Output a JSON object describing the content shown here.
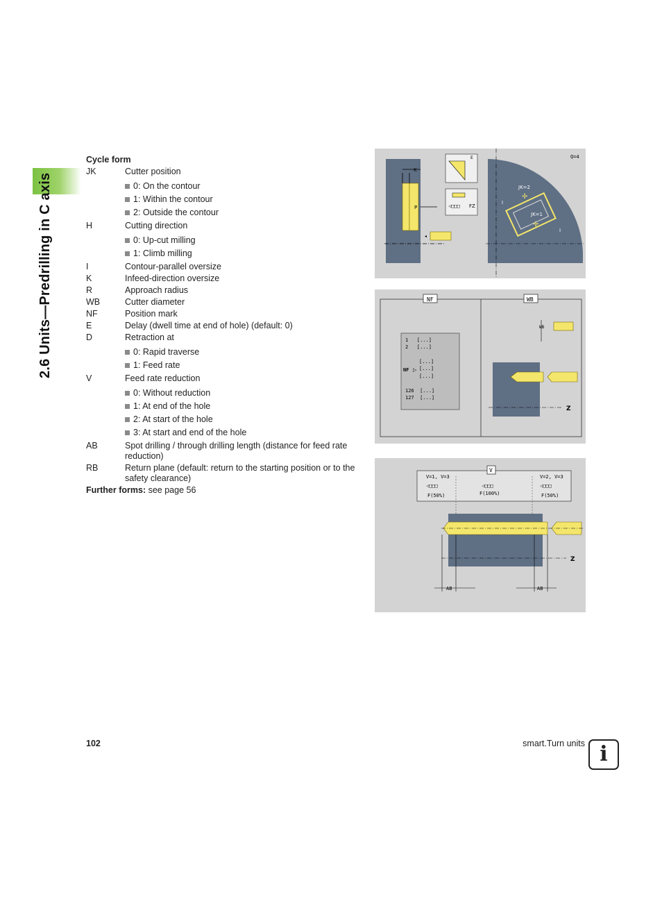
{
  "side_title": "2.6 Units—Predrilling in C axis",
  "heading": "Cycle form",
  "params": [
    {
      "code": "JK",
      "desc": "Cutter position",
      "options": [
        "0: On the contour",
        "1: Within the contour",
        "2: Outside the contour"
      ]
    },
    {
      "code": "H",
      "desc": "Cutting direction",
      "options": [
        "0: Up-cut milling",
        "1: Climb milling"
      ]
    },
    {
      "code": "I",
      "desc": "Contour-parallel oversize",
      "options": []
    },
    {
      "code": "K",
      "desc": "Infeed-direction oversize",
      "options": []
    },
    {
      "code": "R",
      "desc": "Approach radius",
      "options": []
    },
    {
      "code": "WB",
      "desc": "Cutter diameter",
      "options": []
    },
    {
      "code": "NF",
      "desc": "Position mark",
      "options": []
    },
    {
      "code": "E",
      "desc": "Delay (dwell time at end of hole) (default: 0)",
      "options": []
    },
    {
      "code": "D",
      "desc": "Retraction at",
      "options": [
        "0: Rapid traverse",
        "1: Feed rate"
      ]
    },
    {
      "code": "V",
      "desc": "Feed rate reduction",
      "options": [
        "0: Without reduction",
        "1: At end of the hole",
        "2: At start of the hole",
        "3: At start and end of the hole"
      ]
    },
    {
      "code": "AB",
      "desc": "Spot drilling / through drilling length (distance for feed rate reduction)",
      "options": []
    },
    {
      "code": "RB",
      "desc": "Return plane (default: return to the starting position or to the safety clearance)",
      "options": []
    }
  ],
  "further": {
    "label": "Further forms:",
    "text": " see page 56"
  },
  "figure1": {
    "k": "K",
    "p": "P",
    "e": "E",
    "fz": "FZ",
    "q": "Q=4",
    "jk2": "JK=2",
    "jk1": "JK=1",
    "i_left": "I",
    "i_right": "I"
  },
  "figure2": {
    "nf": "NF",
    "wb": "WB",
    "wb_small": "WB",
    "z": "Z",
    "list": [
      "1   [...]",
      "2   [...]",
      "[...]",
      "[...]",
      "[...]",
      "126  [...]",
      "127  [...]"
    ],
    "nf_marker": "NF"
  },
  "figure3": {
    "v": "V",
    "left": "V=1, V=3",
    "right": "V=2, V=3",
    "f_left": "F(50%)",
    "f_mid": "F(100%)",
    "f_right": "F(50%)",
    "ab_left": "AB",
    "ab_right": "AB",
    "z": "Z"
  },
  "footer": {
    "page": "102",
    "title": "smart.Turn units",
    "info": "i"
  },
  "colors": {
    "accent_green": "#7bc142",
    "steel": "#5f6f84",
    "tool_yellow": "#f3e66b",
    "figure_bg": "#d3d3d3"
  }
}
